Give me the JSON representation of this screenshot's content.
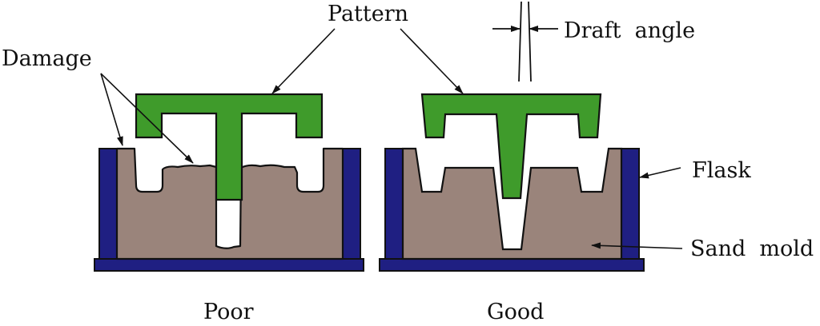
{
  "labels": {
    "pattern": "Pattern",
    "draft_angle": "Draft  angle",
    "damage": "Damage",
    "flask": "Flask",
    "sand_mold": "Sand  mold",
    "poor": "Poor",
    "good": "Good"
  },
  "colors": {
    "pattern": "#3f9b2b",
    "sand": "#9a847b",
    "flask": "#1f1f82",
    "outline": "#111111",
    "background": "#ffffff"
  }
}
